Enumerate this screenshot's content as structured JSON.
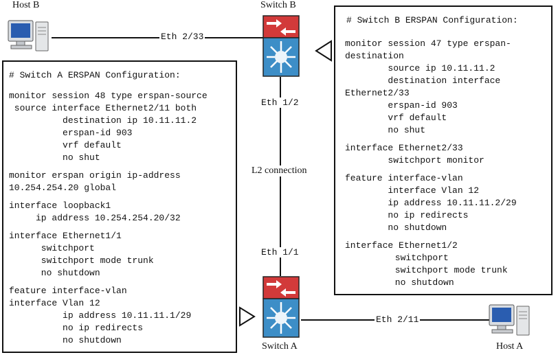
{
  "labels": {
    "host_b": "Host B",
    "switch_b": "Switch B",
    "switch_a": "Switch A",
    "host_a": "Host A",
    "eth_2_33": "Eth 2/33",
    "eth_1_2": "Eth 1/2",
    "l2_connection": "L2 connection",
    "eth_1_1": "Eth 1/1",
    "eth_2_11": "Eth 2/11"
  },
  "switch_b_config": [
    "# Switch B ERSPAN Configuration:",
    "monitor session 47 type erspan-",
    "destination",
    "        source ip 10.11.11.2",
    "        destination interface",
    "Ethernet2/33",
    "        erspan-id 903",
    "        vrf default",
    "        no shut",
    "interface Ethernet2/33",
    "        switchport monitor",
    "feature interface-vlan",
    "        interface Vlan 12",
    "        ip address 10.11.11.2/29",
    "        no ip redirects",
    "        no shutdown",
    "interface Ethernet1/2",
    "      switchport",
    "      switchport mode trunk",
    "      no shutdown"
  ],
  "switch_a_config": [
    "# Switch A ERSPAN Configuration:",
    "monitor session 48 type erspan-source",
    " source interface Ethernet2/11 both",
    "          destination ip 10.11.11.2",
    "          erspan-id 903",
    "          vrf default",
    "          no shut",
    "monitor erspan origin ip-address",
    "10.254.254.20 global",
    "interface loopback1",
    "     ip address 10.254.254.20/32",
    "interface Ethernet1/1",
    "      switchport",
    "      switchport mode trunk",
    "      no shutdown",
    "feature interface-vlan",
    "interface Vlan 12",
    "          ip address 10.11.11.1/29",
    "          no ip redirects",
    "          no shutdown"
  ]
}
